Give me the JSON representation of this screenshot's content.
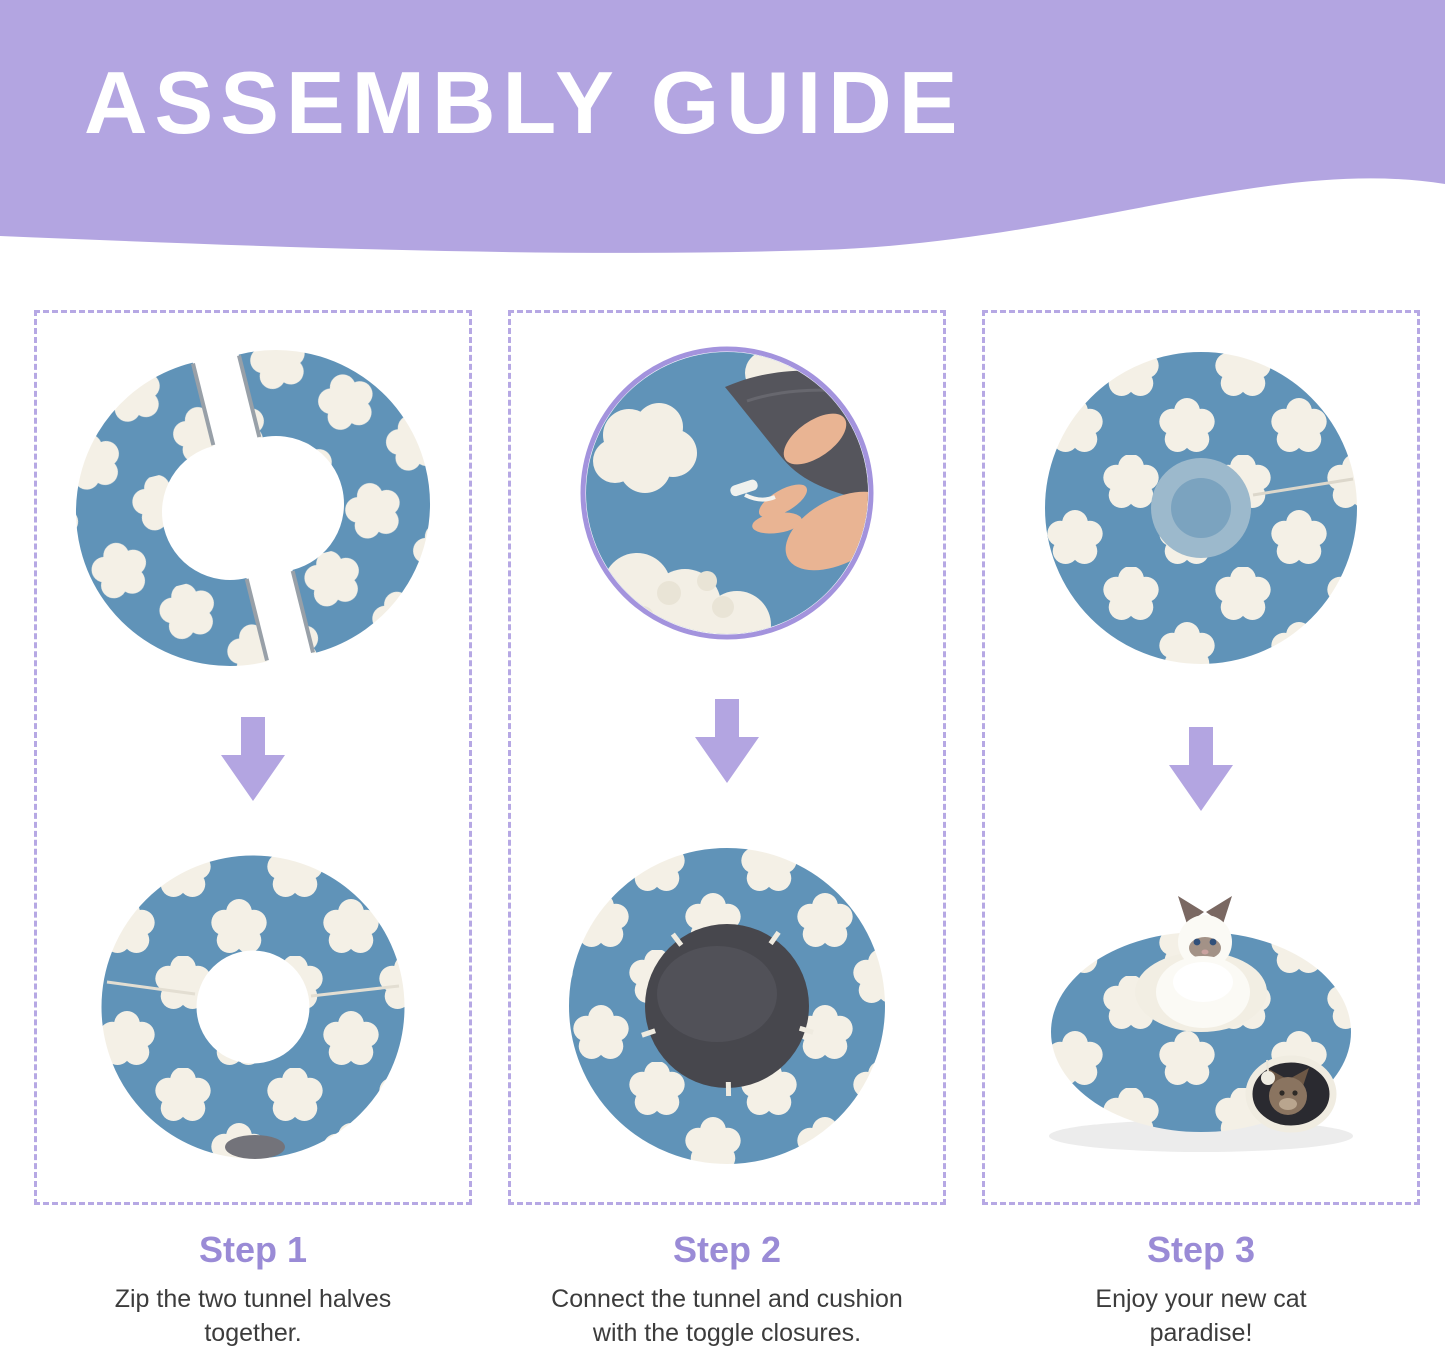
{
  "header": {
    "title": "ASSEMBLY GUIDE"
  },
  "steps": [
    {
      "label": "Step 1",
      "description": "Zip the two tunnel halves together.",
      "top_image": "two-tunnel-halves",
      "bottom_image": "zipped-tunnel-ring"
    },
    {
      "label": "Step 2",
      "description": "Connect the tunnel and cushion with the toggle closures.",
      "top_image": "toggle-closure-closeup",
      "bottom_image": "tunnel-with-cushion-attached"
    },
    {
      "label": "Step 3",
      "description": "Enjoy your new cat paradise!",
      "top_image": "assembled-tunnel-top-view",
      "bottom_image": "cats-enjoying-tunnel-bed"
    }
  ],
  "icons": {
    "step_arrow": "arrow-down"
  },
  "colors": {
    "header_bg": "#b3a5e1",
    "accent_purple": "#9a8bd6",
    "panel_border": "#b6a8e4",
    "arrow_purple": "#b3a5e1",
    "fabric_blue": "#6093b8",
    "fabric_cloud_white": "#f4f0e6",
    "cushion_gray": "#47474d",
    "description_text": "#3c3c3c"
  }
}
